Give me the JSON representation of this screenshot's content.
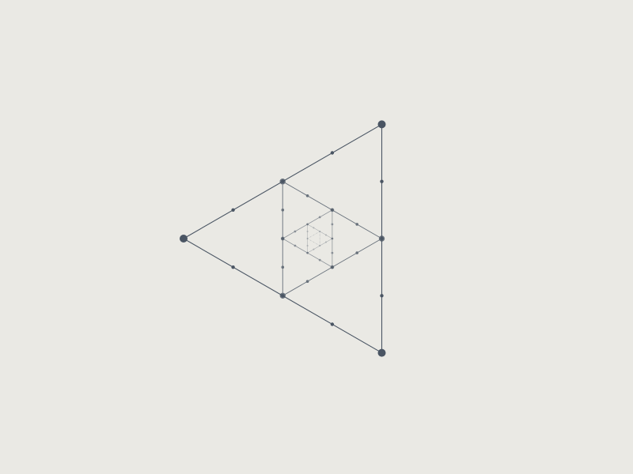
{
  "diagram": {
    "kind": "nested-triangles",
    "levels": 5,
    "edge_subdivisions": 4,
    "rotation_per_level_degrees": 60,
    "scale_per_level": 0.5,
    "colors": {
      "background": "#EAE9E4",
      "stroke": "#4A5563",
      "vertex": "#4A5563"
    }
  }
}
